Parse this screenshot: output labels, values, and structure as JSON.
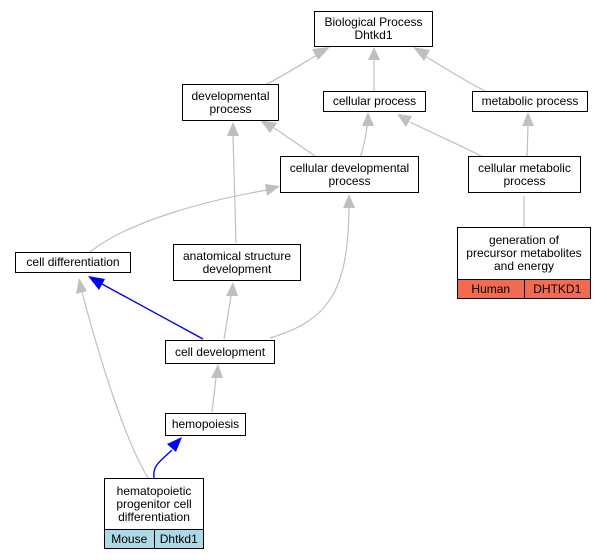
{
  "colors": {
    "edge_gray": "#bfbfbf",
    "edge_blue": "#0000ff",
    "human_fill": "#f26b50",
    "mouse_fill": "#add8e6"
  },
  "nodes": {
    "root": "Biological Process\nDhtkd1",
    "developmental_process": "developmental\nprocess",
    "cellular_process": "cellular process",
    "metabolic_process": "metabolic process",
    "cellular_developmental_process": "cellular developmental\nprocess",
    "cellular_metabolic_process": "cellular metabolic\nprocess",
    "generation_precursor": {
      "label": "generation of\nprecursor metabolites\nand energy",
      "species": "Human",
      "gene": "DHTKD1"
    },
    "cell_differentiation": "cell differentiation",
    "anatomical_structure_development": "anatomical structure\ndevelopment",
    "cell_development": "cell development",
    "hemopoiesis": "hemopoiesis",
    "hematopoietic": {
      "label": "hematopoietic\nprogenitor cell\ndifferentiation",
      "species": "Mouse",
      "gene": "Dhtkd1"
    }
  }
}
